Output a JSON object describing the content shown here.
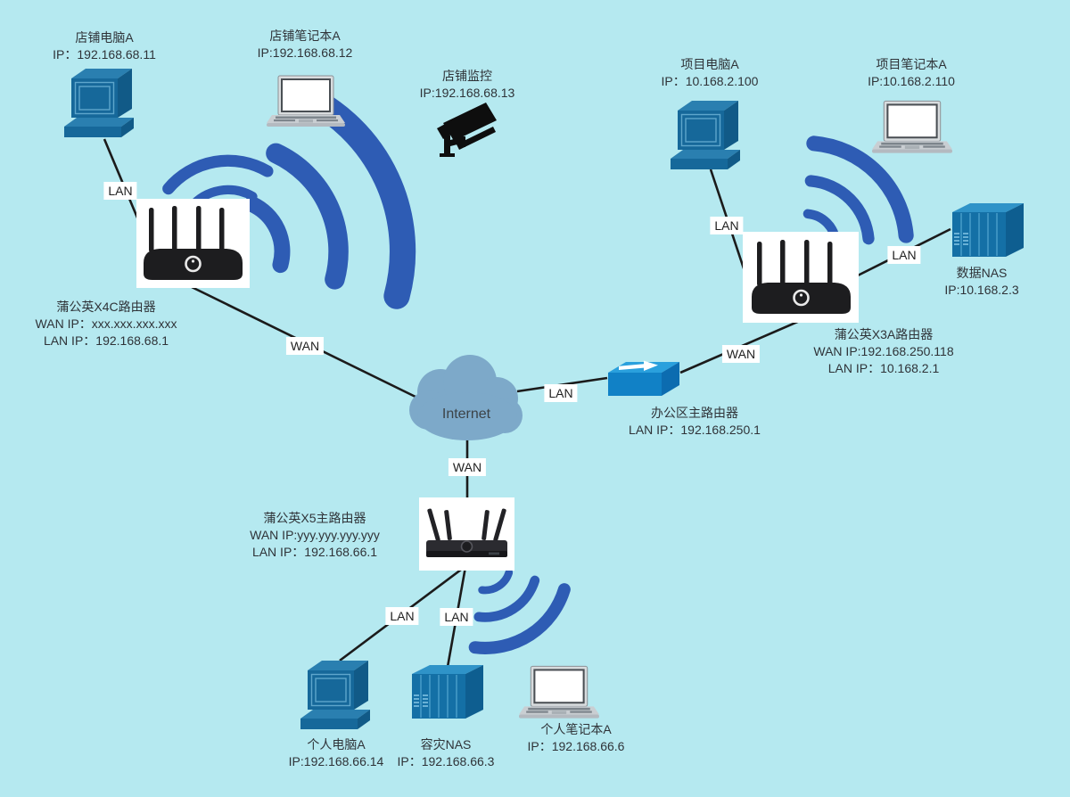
{
  "colors": {
    "background": "#b5e9f0",
    "wifi_blue": "#2e5cb4",
    "device_blue": "#16689a",
    "device_blue_light": "#2a7fb0",
    "device_blue_dark": "#115a87",
    "nas_front": "#1470a6",
    "switch_top": "#2aa0dd",
    "switch_front": "#1181c6",
    "cloud": "#7da9c9",
    "line": "#1b1b1b",
    "router_black": "#1d1d1f"
  },
  "internet": {
    "label": "Internet"
  },
  "nodes": {
    "shop_pc": {
      "title": "店铺电脑A",
      "ip": "IP：192.168.68.11"
    },
    "shop_laptop": {
      "title": "店铺笔记本A",
      "ip": "IP:192.168.68.12"
    },
    "shop_camera": {
      "title": "店铺监控",
      "ip": "IP:192.168.68.13"
    },
    "router_x4c": {
      "name": "蒲公英X4C路由器",
      "wan": "WAN IP：xxx.xxx.xxx.xxx",
      "lan": "LAN IP：192.168.68.1"
    },
    "project_pc": {
      "title": "项目电脑A",
      "ip": "IP：10.168.2.100"
    },
    "project_laptop": {
      "title": "项目笔记本A",
      "ip": "IP:10.168.2.110"
    },
    "data_nas": {
      "title": "数据NAS",
      "ip": "IP:10.168.2.3"
    },
    "router_x3a": {
      "name": "蒲公英X3A路由器",
      "wan": "WAN IP:192.168.250.118",
      "lan": "LAN IP：10.168.2.1"
    },
    "office_router": {
      "name": "办公区主路由器",
      "lan": "LAN IP：192.168.250.1"
    },
    "router_x5": {
      "name": "蒲公英X5主路由器",
      "wan": "WAN IP:yyy.yyy.yyy.yyy",
      "lan": "LAN IP：192.168.66.1"
    },
    "personal_pc": {
      "title": "个人电脑A",
      "ip": "IP:192.168.66.14"
    },
    "disaster_nas": {
      "title": "容灾NAS",
      "ip": "IP：192.168.66.3"
    },
    "personal_laptop": {
      "title": "个人笔记本A",
      "ip": "IP：192.168.66.6"
    }
  },
  "connections": {
    "shop_pc_x4c": {
      "label": "LAN"
    },
    "x4c_internet": {
      "label": "WAN"
    },
    "internet_x5": {
      "label": "WAN"
    },
    "internet_office": {
      "label": "LAN"
    },
    "office_x3a": {
      "label": "WAN"
    },
    "x3a_project_pc": {
      "label": "LAN"
    },
    "x3a_data_nas": {
      "label": "LAN"
    },
    "x5_personal_pc": {
      "label": "LAN"
    },
    "x5_disaster_nas": {
      "label": "LAN"
    }
  }
}
